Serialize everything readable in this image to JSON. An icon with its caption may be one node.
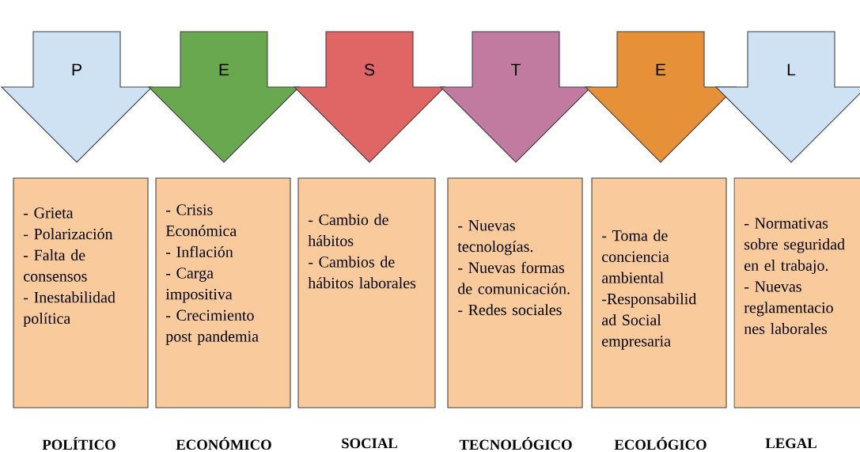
{
  "diagram": {
    "nodes": [
      {
        "text": [
          "P"
        ]
      },
      {
        "text": [
          "E"
        ]
      },
      {
        "text": [
          "S"
        ]
      },
      {
        "text": [
          "T"
        ]
      },
      {
        "text": [
          "E"
        ]
      },
      {
        "text": [
          "L"
        ]
      },
      {
        "text": [
          "- Grieta",
          "- Polarización",
          "- Falta de consensos",
          "- Inestabilidad política"
        ],
        "beside": [
          "POLÍTICO"
        ]
      },
      {
        "text": [
          "- Crisis Económica",
          "- Inflación",
          "- Carga impositiva",
          "- Crecimiento post pandemia"
        ],
        "beside": [
          "ECONÓMICO"
        ]
      },
      {
        "text": [
          "- Cambio de hábitos",
          "- Cambios de hábitos laborales"
        ],
        "beside": [
          "SOCIAL"
        ]
      },
      {
        "text": [
          "- Nuevas tecnologías.",
          "- Nuevas formas de comunicación.",
          "- Redes sociales"
        ],
        "beside": [
          "TECNOLÓGICO"
        ]
      },
      {
        "text": [
          "- Toma de conciencia ambiental",
          "-Responsabilid ad Social empresaria"
        ],
        "beside": [
          "ECOLÓGICO"
        ]
      },
      {
        "text": [
          "- Normativas sobre seguridad en el trabajo.",
          "- Nuevas reglamentacio nes laborales"
        ],
        "beside": [
          "LEGAL"
        ]
      }
    ]
  }
}
